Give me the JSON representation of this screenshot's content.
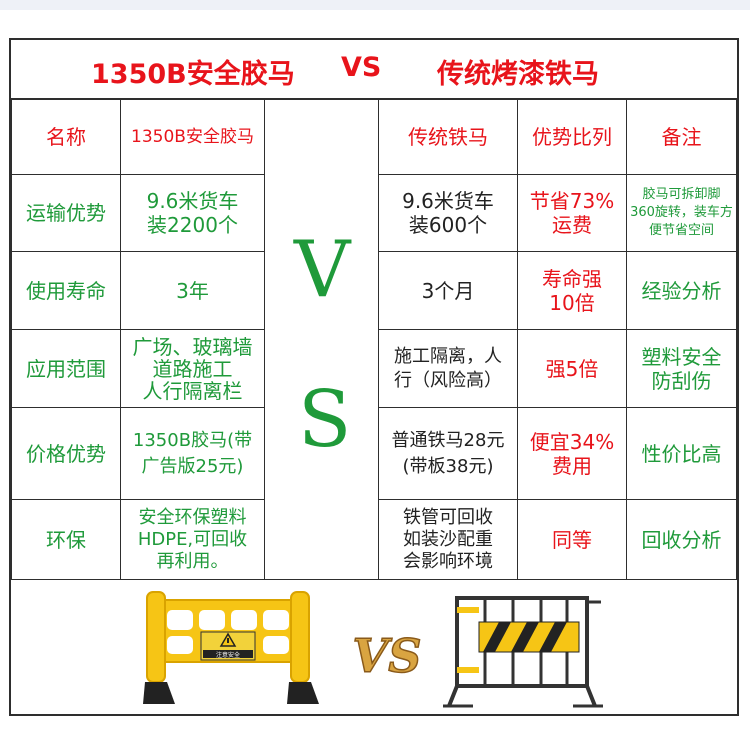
{
  "title": {
    "left": "1350B安全胶马",
    "vs": "VS",
    "right": "传统烤漆铁马"
  },
  "middle_letters": [
    "V",
    "S"
  ],
  "header": [
    "名称",
    "1350B安全胶马",
    "传统铁马",
    "优势比列",
    "备注"
  ],
  "rows": [
    {
      "label": "运输优势",
      "plastic": "9.6米货车\n装2200个",
      "iron": "9.6米货车\n装600个",
      "advantage": "节省73%\n运费",
      "note": "胶马可拆卸脚\n360旋转，装车方\n便节省空间"
    },
    {
      "label": "使用寿命",
      "plastic": "3年",
      "iron": "3个月",
      "advantage": "寿命强\n10倍",
      "note": "经验分析"
    },
    {
      "label": "应用范围",
      "plastic": "广场、玻璃墙\n道路施工\n人行隔离栏",
      "iron": "施工隔离，人\n行（风险高）",
      "advantage": "强5倍",
      "note": "塑料安全\n防刮伤"
    },
    {
      "label": "价格优势",
      "plastic": "1350B胶马(带\n广告版25元)",
      "iron": "普通铁马28元\n(带板38元)",
      "advantage": "便宜34%\n费用",
      "note": "性价比高"
    },
    {
      "label": "环保",
      "plastic": "安全环保塑料\nHDPE,可回收\n再利用。",
      "iron": "铁管可回收\n如装沙配重\n会影响环境",
      "advantage": "同等",
      "note": "回收分析"
    }
  ],
  "images": {
    "sign_text": "注意安全",
    "vs": "VS"
  },
  "colors": {
    "red": "#e8141b",
    "green": "#1f9a3a",
    "yellow": "#f6c515",
    "gold": "#d9a441",
    "border": "#2e2e2e"
  }
}
